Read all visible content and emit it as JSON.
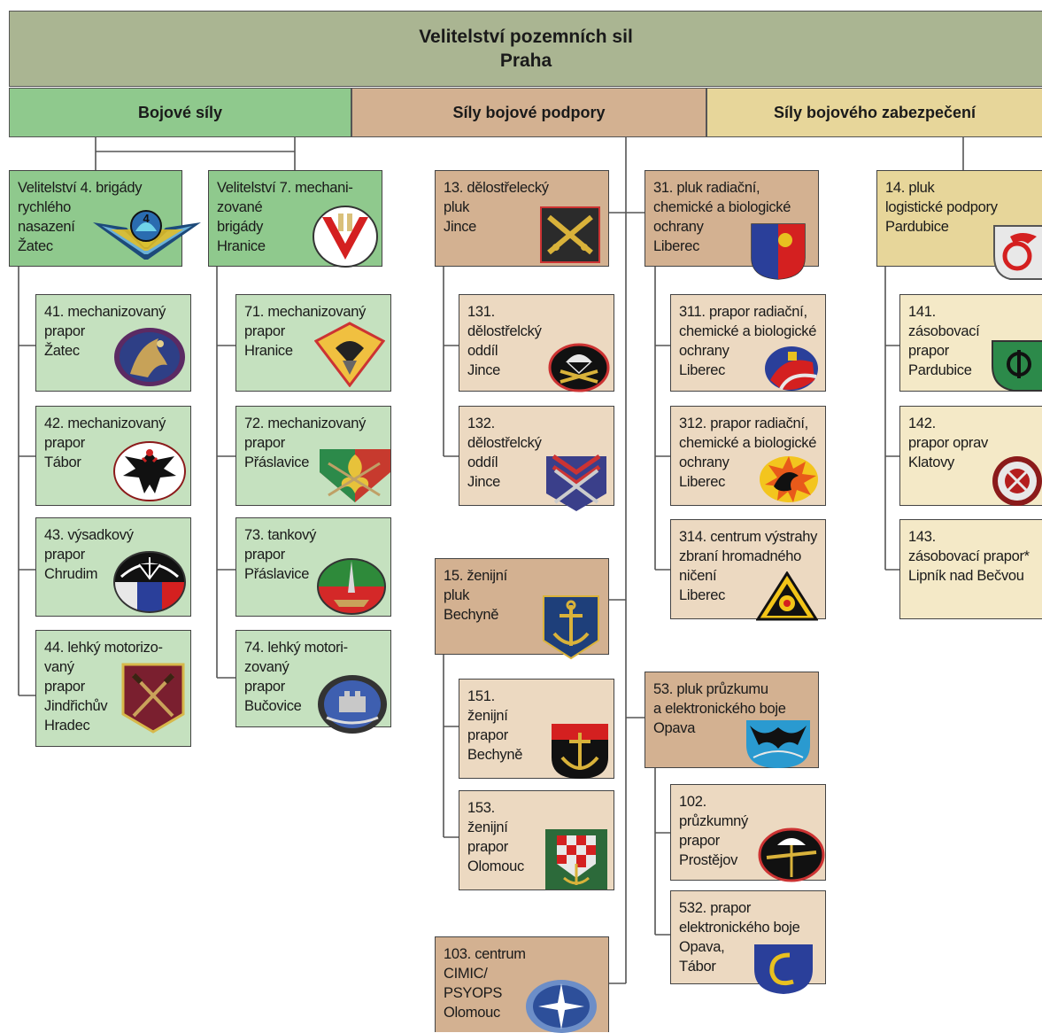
{
  "headquarters": {
    "line1": "Velitelství pozemních sil",
    "line2": "Praha"
  },
  "categories": [
    {
      "label": "Bojové síly",
      "color": "#8fc98d"
    },
    {
      "label": "Síly bojové podpory",
      "color": "#d3b191"
    },
    {
      "label": "Síly bojového zabezpečení",
      "color": "#e7d69a"
    }
  ],
  "units": {
    "b4": [
      "Velitelství 4. brigády",
      "rychlého",
      "nasazení",
      "Žatec"
    ],
    "u41": [
      "41. mechanizovaný",
      "prapor",
      "Žatec"
    ],
    "u42": [
      "42. mechanizovaný",
      "prapor",
      "Tábor"
    ],
    "u43": [
      "43. výsadkový",
      "prapor",
      "Chrudim"
    ],
    "u44": [
      "44. lehký motorizo-",
      "vaný",
      "prapor",
      "Jindřichův",
      "Hradec"
    ],
    "b7": [
      "Velitelství 7. mechani-",
      "zované",
      "brigády",
      "Hranice"
    ],
    "u71": [
      "71. mechanizovaný",
      "prapor",
      "Hranice"
    ],
    "u72": [
      "72. mechanizovaný",
      "prapor",
      "Přáslavice"
    ],
    "u73": [
      "73. tankový",
      "prapor",
      "Přáslavice"
    ],
    "u74": [
      "74. lehký motori-",
      "zovaný",
      "prapor",
      "Bučovice"
    ],
    "p13": [
      "13. dělostřelecký",
      "pluk",
      "Jince"
    ],
    "u131": [
      "131.",
      "dělostřelcký",
      "oddíl",
      "Jince"
    ],
    "u132": [
      "132.",
      "dělostřelcký",
      "oddíl",
      "Jince"
    ],
    "p15": [
      "15. ženijní",
      "pluk",
      "Bechyně"
    ],
    "u151": [
      "151.",
      "ženijní",
      "prapor",
      "Bechyně"
    ],
    "u153": [
      "153.",
      "ženijní",
      "prapor",
      "Olomouc"
    ],
    "u103": [
      "103. centrum",
      "CIMIC/",
      "PSYOPS",
      "Olomouc"
    ],
    "p31": [
      "31. pluk radiační,",
      "chemické a biologické",
      "ochrany",
      "Liberec"
    ],
    "u311": [
      "311. prapor radiační,",
      "chemické a biologické",
      "ochrany",
      "Liberec"
    ],
    "u312": [
      "312. prapor radiační,",
      "chemické a biologické",
      "ochrany",
      "Liberec"
    ],
    "u314": [
      "314. centrum výstrahy",
      "zbraní hromadného",
      "ničení",
      "Liberec"
    ],
    "p53": [
      "53. pluk průzkumu",
      "a elektronického boje",
      "Opava"
    ],
    "u102": [
      "102.",
      "průzkumný",
      "prapor",
      "Prostějov"
    ],
    "u532": [
      "532. prapor",
      "elektronického boje",
      "Opava,",
      "Tábor"
    ],
    "p14": [
      "14. pluk",
      "logistické podpory",
      "Pardubice"
    ],
    "u141": [
      "141.",
      "zásobovací",
      "prapor",
      "Pardubice"
    ],
    "u142": [
      "142.",
      "prapor oprav",
      "Klatovy"
    ],
    "u143": [
      "143.",
      "zásobovací prapor*",
      "Lipník nad Bečvou"
    ]
  }
}
